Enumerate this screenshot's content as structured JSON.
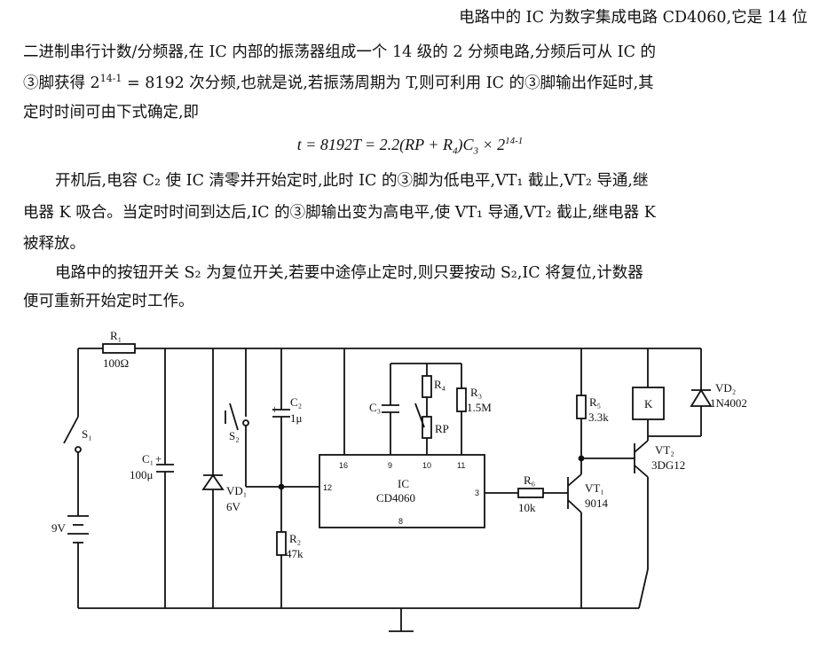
{
  "paragraphs": {
    "p1_line1": "电路中的 IC 为数字集成电路 CD4060,它是 14 位",
    "p1_line2": "二进制串行计数/分频器,在 IC 内部的振荡器组成一个 14 级的 2 分频电路,分频后可从 IC 的",
    "p1_line3_a": "③脚获得 2",
    "p1_line3_sup": "14-1",
    "p1_line3_b": " = 8192 次分频,也就是说,若振荡周期为 T,则可利用 IC 的③脚输出作延时,其",
    "p1_line4": "定时时间可由下式确定,即",
    "formula_main": "t = 8192T = 2.2(RP + R",
    "formula_sub4": "4",
    "formula_mid": ")C",
    "formula_sub3": "3",
    "formula_times": " × 2",
    "formula_sup": "14-1",
    "p2_line1": "开机后,电容 C₂ 使 IC 清零并开始定时,此时 IC 的③脚为低电平,VT₁ 截止,VT₂ 导通,继",
    "p2_line2": "电器 K 吸合。当定时时间到达后,IC 的③脚输出变为高电平,使 VT₁ 导通,VT₂ 截止,继电器 K",
    "p2_line3": "被释放。",
    "p3_line1": "电路中的按钮开关 S₂ 为复位开关,若要中途停止定时,则只要按动 S₂,IC 将复位,计数器",
    "p3_line2": "便可重新开始定时工作。"
  },
  "schematic": {
    "R1": "R₁",
    "R1_val": "100Ω",
    "S1": "S₁",
    "C1": "C₁",
    "C1_val": "100μ",
    "VD1": "VD₁",
    "VD1_val": "6V",
    "S2": "S₂",
    "C2": "C₂",
    "C2_val": "1μ",
    "R2": "R₂",
    "R2_val": "47k",
    "battery": "9V",
    "C3": "C₃",
    "R4": "R₄",
    "RP": "RP",
    "R3": "R₃",
    "R3_val": "1.5M",
    "IC": "IC",
    "IC_name": "CD4060",
    "pin16": "16",
    "pin9": "9",
    "pin10": "10",
    "pin11": "11",
    "pin12": "12",
    "pin3": "3",
    "pin8": "8",
    "R6": "R₆",
    "R6_val": "10k",
    "VT1": "VT₁",
    "VT1_val": "9014",
    "R5": "R₅",
    "R5_val": "3.3k",
    "K": "K",
    "VD2": "VD₂",
    "VD2_val": "1N4002",
    "VT2": "VT₂",
    "VT2_val": "3DG12"
  }
}
